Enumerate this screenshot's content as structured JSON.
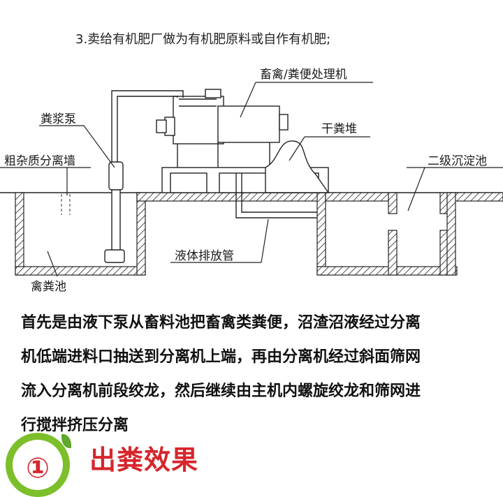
{
  "intro_text": "3.卖给有机肥厂做为有机肥原料或自作有机肥;",
  "diagram": {
    "labels": {
      "machine": "畜禽/粪便处理机",
      "pump": "粪浆泵",
      "dry_pile": "干粪堆",
      "separation_wall": "粗杂质分离墙",
      "secondary_tank": "二级沉淀池",
      "drain_pipe": "液体排放管",
      "manure_pool": "禽粪池"
    }
  },
  "paragraph": {
    "line1": "首先是由液下泵从畜料池把畜禽类粪便，沼渣沼液经过分离",
    "line2": "机低端进料口抽送到分离机上端，再由分离机经过斜面筛网",
    "line3": "流入分离机前段绞龙，然后继续由主机内螺旋绞龙和筛网进",
    "line4": "行搅拌挤压分离"
  },
  "section": {
    "badge_number": "①",
    "title": "出粪效果"
  },
  "colors": {
    "accent_red": "#d6262c",
    "badge_green": "#7cbf2a"
  }
}
